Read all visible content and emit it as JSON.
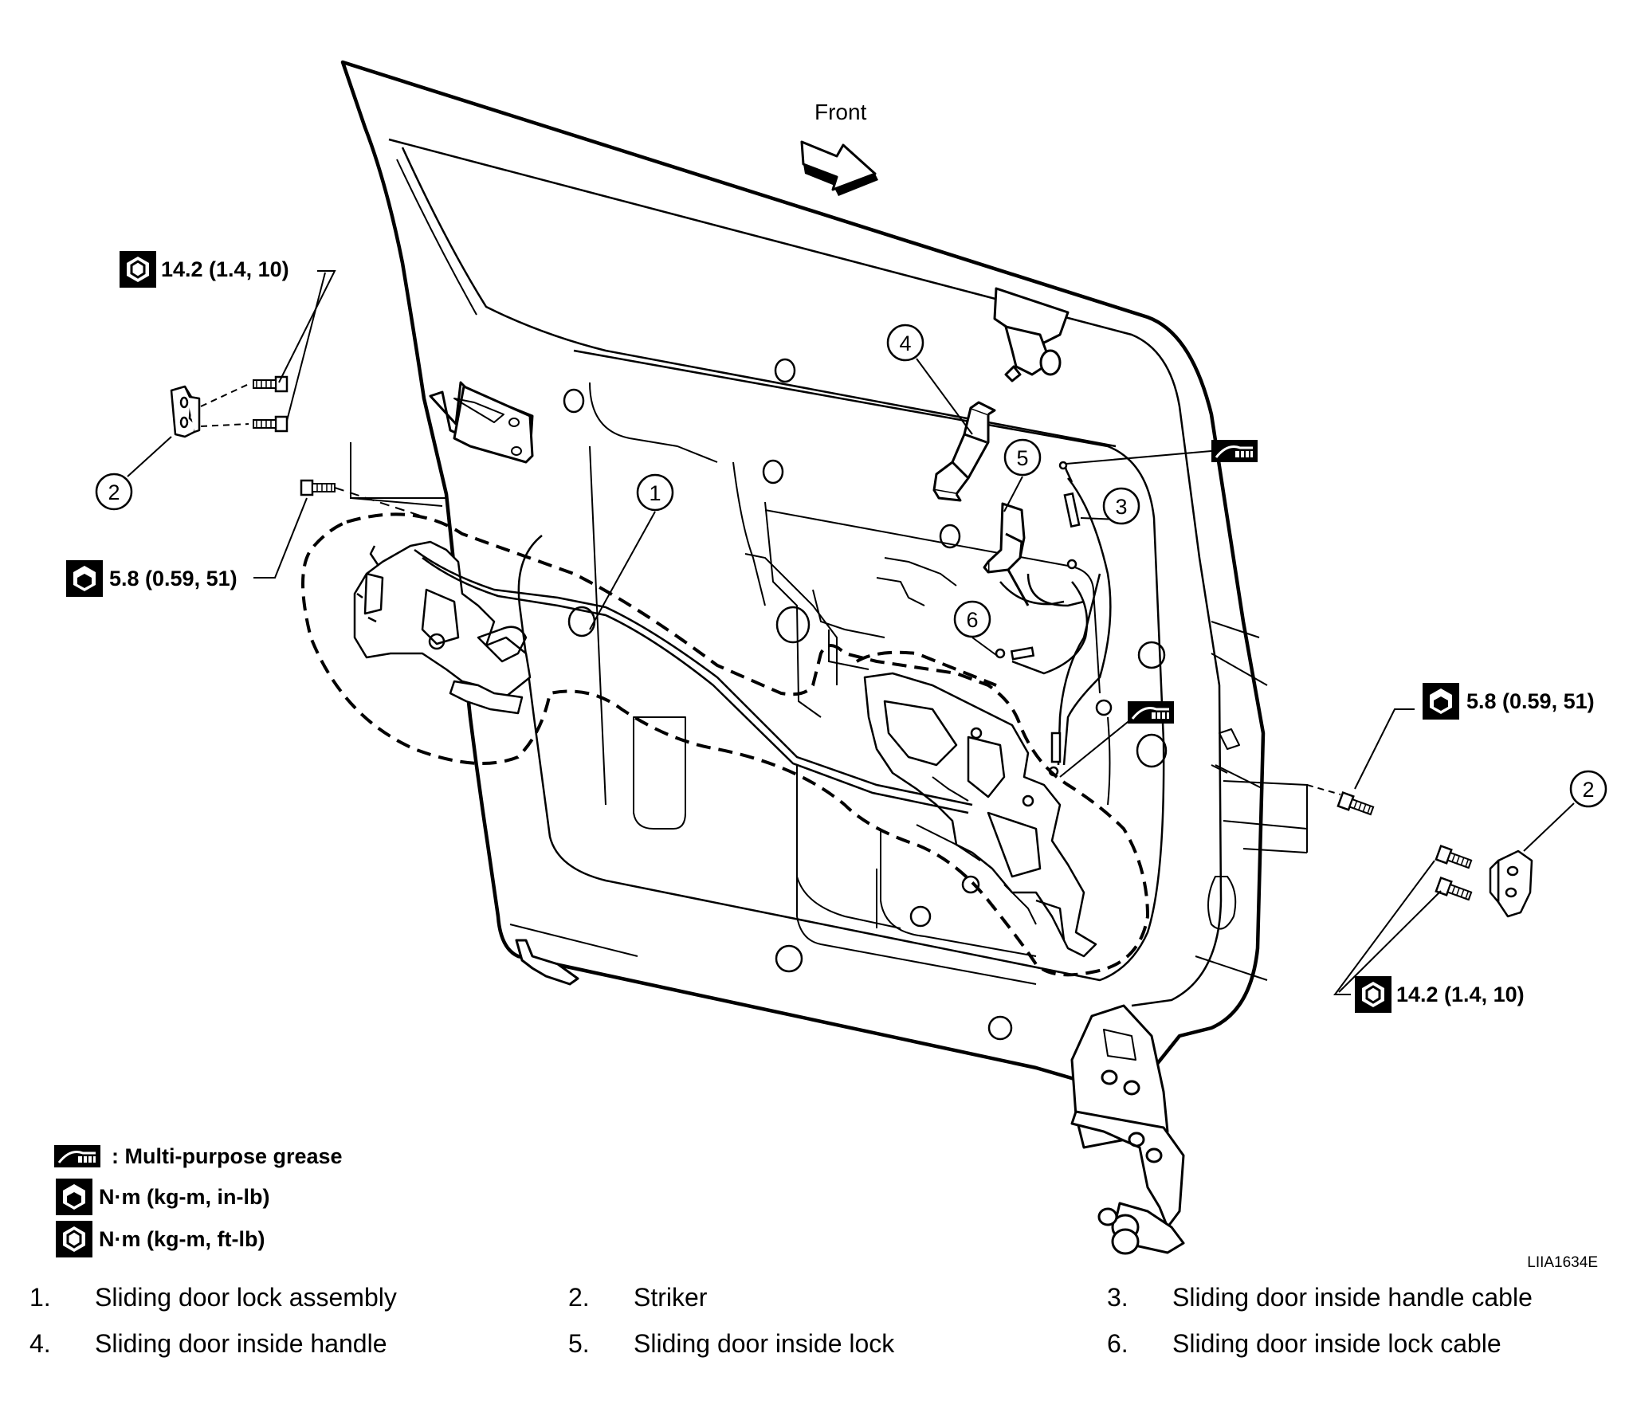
{
  "front_label": "Front",
  "callouts": {
    "c1": "1",
    "c2a": "2",
    "c2b": "2",
    "c3": "3",
    "c4": "4",
    "c5": "5",
    "c6": "6"
  },
  "torques": {
    "t_upper_left": "14.2 (1.4, 10)",
    "t_left_bolt": "5.8 (0.59, 51)",
    "t_right_bolt": "5.8 (0.59, 51)",
    "t_lower_right": "14.2 (1.4, 10)"
  },
  "legend": {
    "grease": ": Multi-purpose grease",
    "nm_inlb": "N·m (kg-m, in-lb)",
    "nm_ftlb": "N·m (kg-m, ft-lb)"
  },
  "figure_code": "LIIA1634E",
  "parts": [
    {
      "num": "1.",
      "name": "Sliding door lock assembly"
    },
    {
      "num": "2.",
      "name": "Striker"
    },
    {
      "num": "3.",
      "name": "Sliding door inside handle cable"
    },
    {
      "num": "4.",
      "name": "Sliding door inside handle"
    },
    {
      "num": "5.",
      "name": "Sliding door inside lock"
    },
    {
      "num": "6.",
      "name": "Sliding door inside lock cable"
    }
  ]
}
